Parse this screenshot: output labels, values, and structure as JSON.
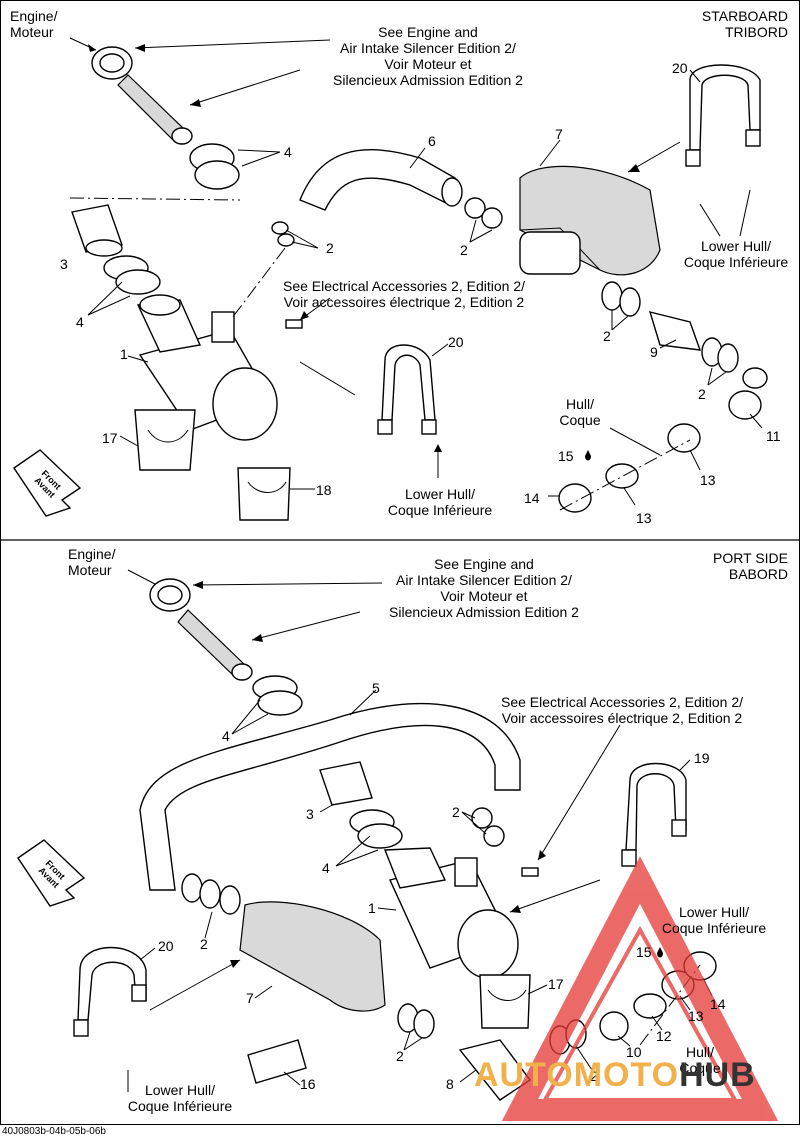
{
  "starboard": {
    "title_line1": "STARBOARD",
    "title_line2": "TRIBORD",
    "engine_line1": "Engine/",
    "engine_line2": "Moteur",
    "see_engine": [
      "See Engine and",
      "Air Intake Silencer Edition 2/",
      "Voir Moteur et",
      "Silencieux Admission Edition 2"
    ],
    "see_electrical": [
      "See Electrical Accessories 2, Edition 2/",
      "Voir accessoires électrique 2, Edition 2"
    ],
    "lower_hull_right": [
      "Lower Hull/",
      "Coque Inférieure"
    ],
    "lower_hull_mid": [
      "Lower Hull/",
      "Coque Inférieure"
    ],
    "hull": [
      "Hull/",
      "Coque"
    ],
    "front": [
      "Front",
      "Avant"
    ],
    "numbers": {
      "n1": "1",
      "n2a": "2",
      "n2b": "2",
      "n2c": "2",
      "n2d": "2",
      "n3": "3",
      "n4a": "4",
      "n4b": "4",
      "n6": "6",
      "n7": "7",
      "n9": "9",
      "n11": "11",
      "n13a": "13",
      "n13b": "13",
      "n14": "14",
      "n15": "15",
      "n17": "17",
      "n18": "18",
      "n20a": "20",
      "n20b": "20"
    }
  },
  "port": {
    "title_line1": "PORT SIDE",
    "title_line2": "BABORD",
    "engine_line1": "Engine/",
    "engine_line2": "Moteur",
    "see_engine": [
      "See Engine and",
      "Air Intake Silencer Edition 2/",
      "Voir Moteur et",
      "Silencieux Admission Edition 2"
    ],
    "see_electrical": [
      "See Electrical Accessories 2, Edition 2/",
      "Voir accessoires électrique 2, Edition 2"
    ],
    "lower_hull_right": [
      "Lower Hull/",
      "Coque Inférieure"
    ],
    "lower_hull_left": [
      "Lower Hull/",
      "Coque Inférieure"
    ],
    "hull": [
      "Hull/",
      "Coque"
    ],
    "front": [
      "Front",
      "Avant"
    ],
    "numbers": {
      "n1": "1",
      "n2a": "2",
      "n2b": "2",
      "n2c": "2",
      "n2d": "2",
      "n3": "3",
      "n4a": "4",
      "n4b": "4",
      "n5": "5",
      "n7": "7",
      "n8": "8",
      "n10": "10",
      "n12": "12",
      "n13": "13",
      "n14": "14",
      "n15": "15",
      "n16": "16",
      "n17": "17",
      "n19": "19",
      "n20": "20"
    }
  },
  "watermark": {
    "text_part1": "AUTOMOTO",
    "text_part2": "HUB",
    "color_primary": "#e53935",
    "color_secondary": "#f2b04a",
    "color_dark": "#333333"
  },
  "footer": "40J0803b-04b-05b-06b"
}
